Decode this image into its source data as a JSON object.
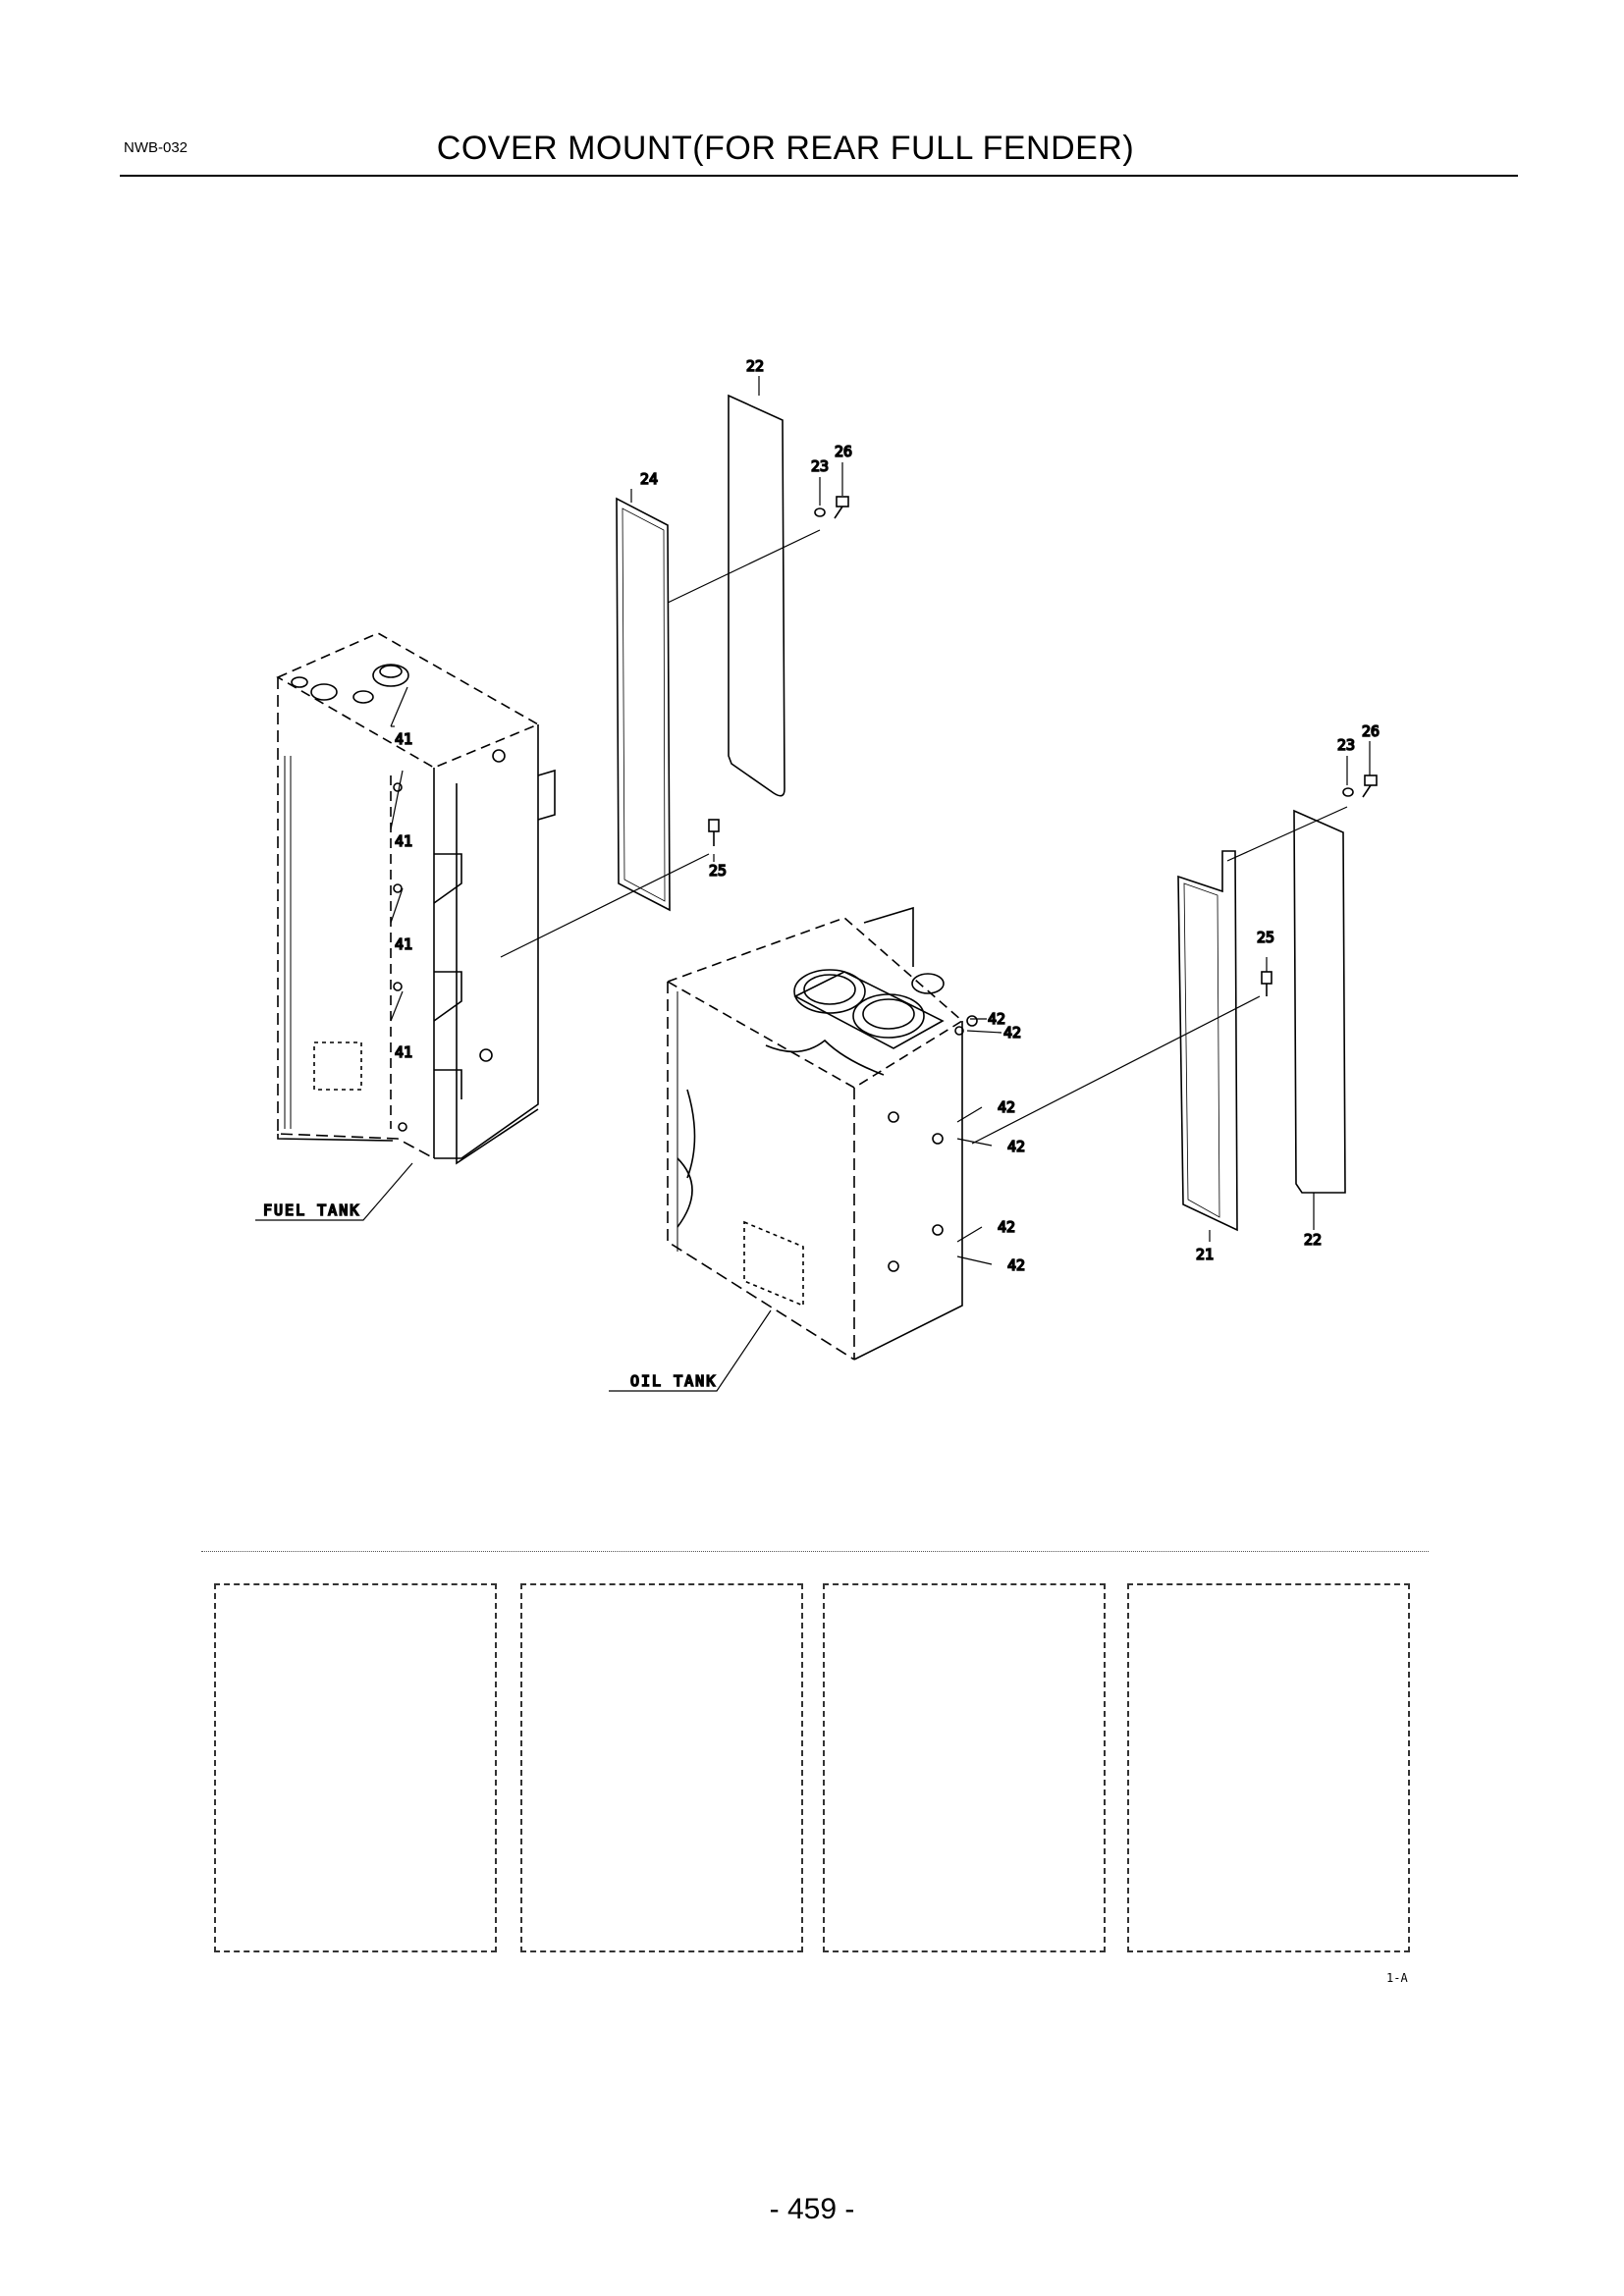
{
  "header": {
    "code": "NWB-032",
    "title": "COVER MOUNT(FOR REAR FULL FENDER)"
  },
  "diagram": {
    "callouts": {
      "c21": "21",
      "c22a": "22",
      "c22b": "22",
      "c23a": "23",
      "c23b": "23",
      "c24": "24",
      "c25a": "25",
      "c25b": "25",
      "c26a": "26",
      "c26b": "26",
      "c41a": "41",
      "c41b": "41",
      "c41c": "41",
      "c41d": "41",
      "c42a": "42",
      "c42b": "42",
      "c42c": "42",
      "c42d": "42",
      "c42e": "42",
      "c42f": "42"
    },
    "fuel_tank_label": "FUEL TANK",
    "oil_tank_label": "OIL TANK"
  },
  "footer": {
    "ref_code": "1-A",
    "page_number": "- 459 -"
  }
}
